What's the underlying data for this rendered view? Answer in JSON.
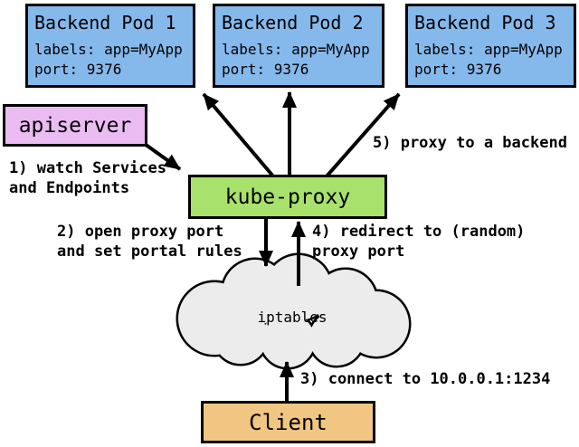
{
  "colors": {
    "pod_fill": "#85B9EC",
    "apiserver_fill": "#EABCF2",
    "kube_proxy_fill": "#A9E16D",
    "cloud_fill": "#ECECEC",
    "client_fill": "#F0C682",
    "stroke": "#000000"
  },
  "pods": [
    {
      "title": "Backend Pod 1",
      "labels": "labels: app=MyApp",
      "port": "port: 9376"
    },
    {
      "title": "Backend Pod 2",
      "labels": "labels: app=MyApp",
      "port": "port: 9376"
    },
    {
      "title": "Backend Pod 3",
      "labels": "labels: app=MyApp",
      "port": "port: 9376"
    }
  ],
  "apiserver": {
    "label": "apiserver"
  },
  "kube_proxy": {
    "label": "kube-proxy"
  },
  "iptables": {
    "label": "iptables"
  },
  "client": {
    "label": "Client"
  },
  "annotations": {
    "step1": "1) watch Services\nand Endpoints",
    "step2": "2) open proxy port\nand set portal rules",
    "step3": "3) connect to 10.0.0.1:1234",
    "step4": "4) redirect to (random)\nproxy port",
    "step5": "5) proxy to a backend"
  }
}
